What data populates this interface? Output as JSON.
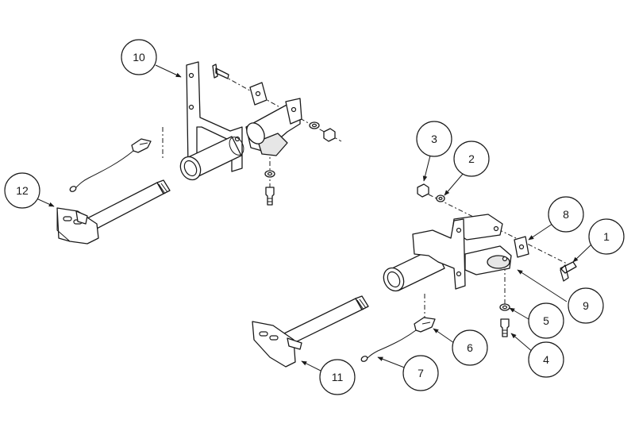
{
  "callouts": [
    {
      "id": "c1",
      "label": "1"
    },
    {
      "id": "c2",
      "label": "2"
    },
    {
      "id": "c3",
      "label": "3"
    },
    {
      "id": "c4",
      "label": "4"
    },
    {
      "id": "c5",
      "label": "5"
    },
    {
      "id": "c6",
      "label": "6"
    },
    {
      "id": "c7",
      "label": "7"
    },
    {
      "id": "c8",
      "label": "8"
    },
    {
      "id": "c9",
      "label": "9"
    },
    {
      "id": "c10",
      "label": "10"
    },
    {
      "id": "c11",
      "label": "11"
    },
    {
      "id": "c12",
      "label": "12"
    }
  ],
  "colors": {
    "line": "#1a1a1a",
    "background": "#ffffff",
    "shade": "#e6e6e6"
  }
}
